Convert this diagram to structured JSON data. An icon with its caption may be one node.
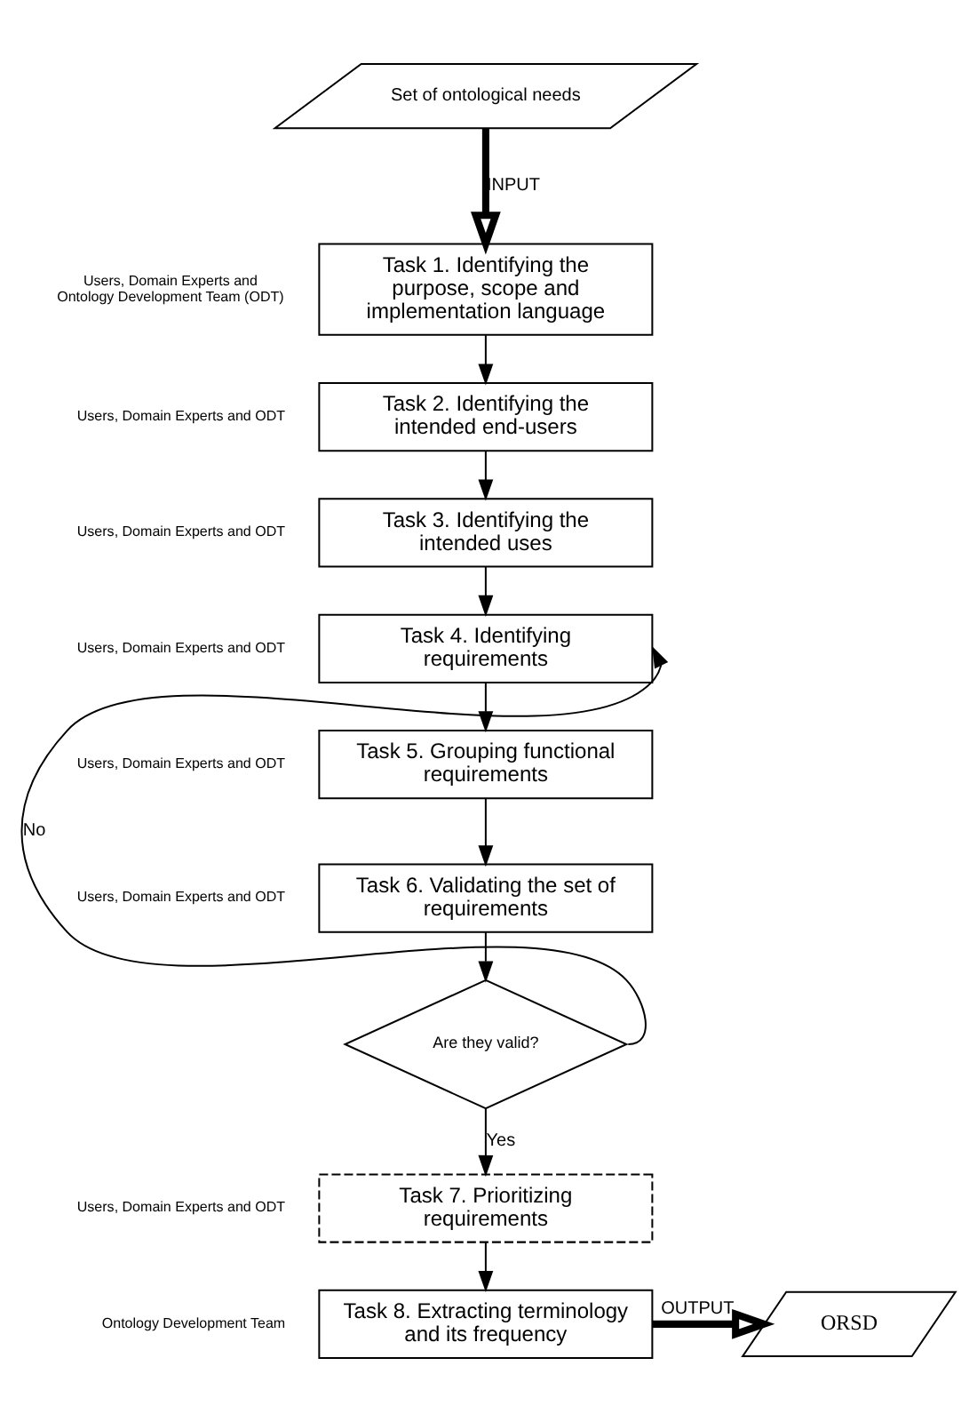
{
  "diagram": {
    "nodes": [
      {
        "text": [
          "Set of ontological needs"
        ]
      },
      {
        "text": [
          "Task 1. Identifying the purpose, scope and implementation language"
        ],
        "beside": [
          "Users, Domain Experts and Ontology Development Team (ODT)"
        ]
      },
      {
        "text": [
          "Task 2. Identifying the intended end-users"
        ],
        "beside": [
          "Users, Domain Experts and ODT"
        ]
      },
      {
        "text": [
          "Task 3. Identifying the intended uses"
        ],
        "beside": [
          "Users, Domain Experts and ODT"
        ]
      },
      {
        "text": [
          "Task 4. Identifying requirements"
        ],
        "beside": [
          "Users, Domain Experts and ODT"
        ]
      },
      {
        "text": [
          "Task 5. Grouping functional requirements"
        ],
        "beside": [
          "Users, Domain Experts and ODT"
        ]
      },
      {
        "text": [
          "Task 6. Validating the set of requirements"
        ],
        "beside": [
          "Users, Domain Experts and ODT"
        ]
      },
      {
        "text": [
          "Are they valid?"
        ]
      },
      {
        "text": [
          "Task 7. Prioritizing requirements"
        ],
        "beside": [
          "Users, Domain Experts and ODT"
        ]
      },
      {
        "text": [
          "Task 8. Extracting terminology and its frequency"
        ],
        "beside": [
          "Ontology Development Team"
        ]
      },
      {
        "text": [
          "ORSD"
        ]
      }
    ],
    "edges": [
      {
        "from": 0,
        "to": 1,
        "arrow": "to",
        "label": "INPUT",
        "style": "thick"
      },
      {
        "from": 1,
        "to": 2,
        "arrow": "to"
      },
      {
        "from": 2,
        "to": 3,
        "arrow": "to"
      },
      {
        "from": 3,
        "to": 4,
        "arrow": "to"
      },
      {
        "from": 4,
        "to": 5,
        "arrow": "to"
      },
      {
        "from": 5,
        "to": 6,
        "arrow": "to"
      },
      {
        "from": 6,
        "to": 7,
        "arrow": "to"
      },
      {
        "from": 7,
        "to": 4,
        "arrow": "to",
        "label": "No"
      },
      {
        "from": 7,
        "to": 8,
        "arrow": "to",
        "label": "Yes"
      },
      {
        "from": 8,
        "to": 9,
        "arrow": "to"
      },
      {
        "from": 9,
        "to": 10,
        "arrow": "to",
        "label": "OUTPUT",
        "style": "thick"
      }
    ]
  }
}
